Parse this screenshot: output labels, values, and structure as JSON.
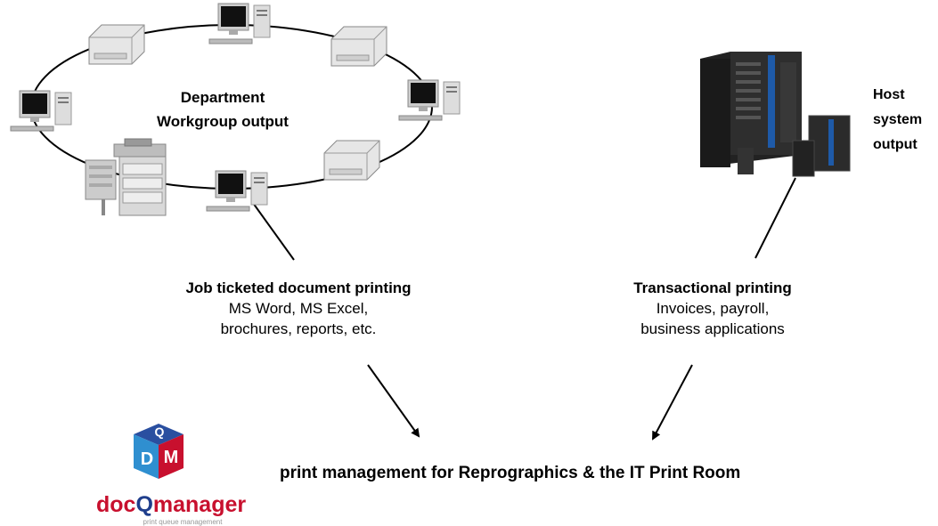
{
  "department": {
    "label_line1": "Department",
    "label_line2": "Workgroup output"
  },
  "host": {
    "label_line1": "Host",
    "label_line2": "system",
    "label_line3": "output"
  },
  "job_printing": {
    "title": "Job ticketed document printing",
    "line1": "MS Word, MS Excel,",
    "line2": "brochures, reports, etc."
  },
  "transactional_printing": {
    "title": "Transactional printing",
    "line1": "Invoices, payroll,",
    "line2": "business applications"
  },
  "tagline": "print management for Reprographics & the IT Print Room",
  "logo": {
    "cube_top": "Q",
    "cube_left": "D",
    "cube_right": "M",
    "name_part1": "doc",
    "name_part2": "Q",
    "name_part3": "manager",
    "subtitle": "print queue management"
  },
  "colors": {
    "brand_red": "#c8102e",
    "brand_blue": "#1f3e8c"
  }
}
